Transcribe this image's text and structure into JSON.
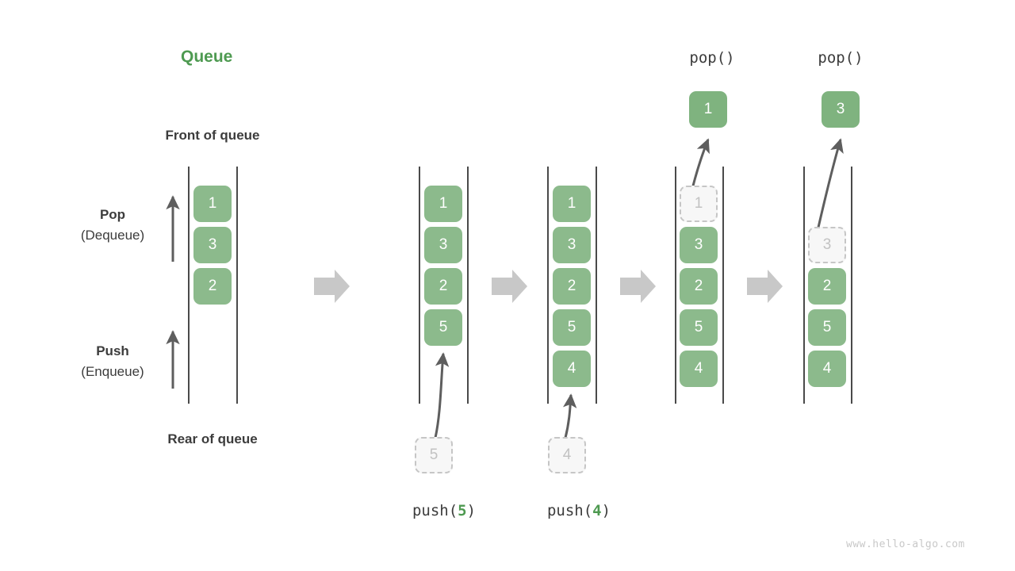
{
  "title": "Queue",
  "labels": {
    "front_of_queue": "Front of queue",
    "rear_of_queue": "Rear of queue",
    "pop_line1": "Pop",
    "pop_line2": "(Dequeue)",
    "push_line1": "Push",
    "push_line2": "(Enqueue)"
  },
  "colors": {
    "cell_green": "#8CBA8C",
    "title_green": "#4E9A51",
    "ghost_fill": "#F7F7F7",
    "ghost_border": "#C6C6C6",
    "ghost_text": "#C2C2C2",
    "rail": "#4A4A4A",
    "arrow": "#5E5E5E",
    "step_arrow": "#C8C8C8",
    "text": "#3C3C3C",
    "watermark": "#C8C8C8"
  },
  "operations": {
    "push_5": "push(5)",
    "push_5_fn": "push(",
    "push_5_arg": "5",
    "push_4_fn": "push(",
    "push_4_arg": "4",
    "close_paren": ")",
    "pop_1": "pop()",
    "pop_2": "pop()"
  },
  "columns": [
    {
      "id": "initial",
      "cells": [
        "1",
        "3",
        "2"
      ],
      "ghost_below": null,
      "ghost_inside": null,
      "popped": null,
      "op_label": null
    },
    {
      "id": "after-push-5",
      "cells": [
        "1",
        "3",
        "2",
        "5"
      ],
      "ghost_below": "5",
      "ghost_inside": null,
      "popped": null,
      "op_label": "push(5)"
    },
    {
      "id": "after-push-4",
      "cells": [
        "1",
        "3",
        "2",
        "5",
        "4"
      ],
      "ghost_below": "4",
      "ghost_inside": null,
      "popped": null,
      "op_label": "push(4)"
    },
    {
      "id": "after-pop-1",
      "cells": [
        "3",
        "2",
        "5",
        "4"
      ],
      "ghost_below": null,
      "ghost_inside": "1",
      "popped": "1",
      "op_label": "pop()"
    },
    {
      "id": "after-pop-3",
      "cells": [
        "2",
        "5",
        "4"
      ],
      "ghost_below": null,
      "ghost_inside": "3",
      "popped": "3",
      "op_label": "pop()"
    }
  ],
  "watermark": "www.hello-algo.com"
}
